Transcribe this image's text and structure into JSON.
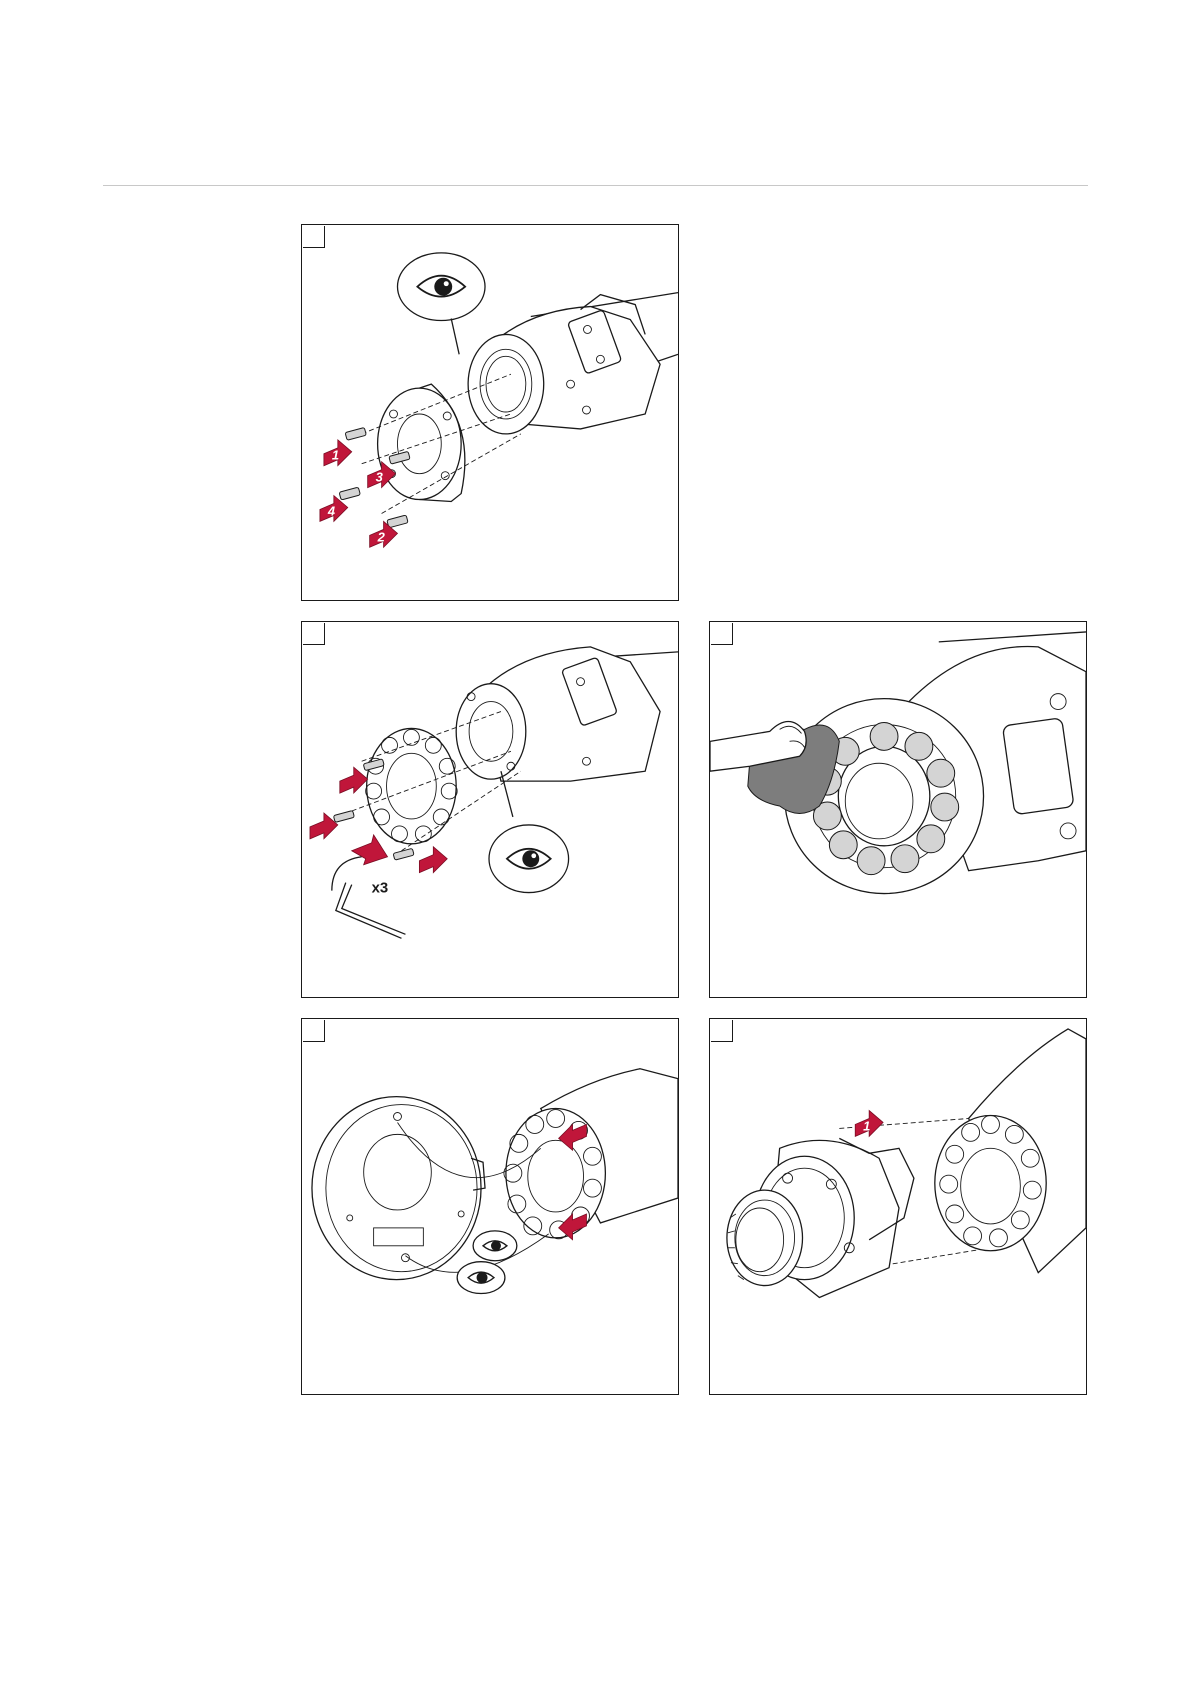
{
  "panels": [
    {
      "id": "panel-1",
      "arrow_labels": [
        "1",
        "2",
        "3",
        "4"
      ]
    },
    {
      "id": "panel-2",
      "multiplier_label": "x3"
    },
    {
      "id": "panel-3"
    },
    {
      "id": "panel-4"
    },
    {
      "id": "panel-5",
      "arrow_labels": [
        "1"
      ]
    }
  ],
  "icons": [
    "eye-icon",
    "allen-key-icon",
    "red-arrow-icon",
    "rotation-arrow-icon",
    "hand-with-cloth-icon"
  ],
  "colors": {
    "accent_red": "#c0163a",
    "line": "#1a1a1a",
    "page_rule": "#c8c8c8",
    "gray_fill": "#7d7d7d"
  }
}
